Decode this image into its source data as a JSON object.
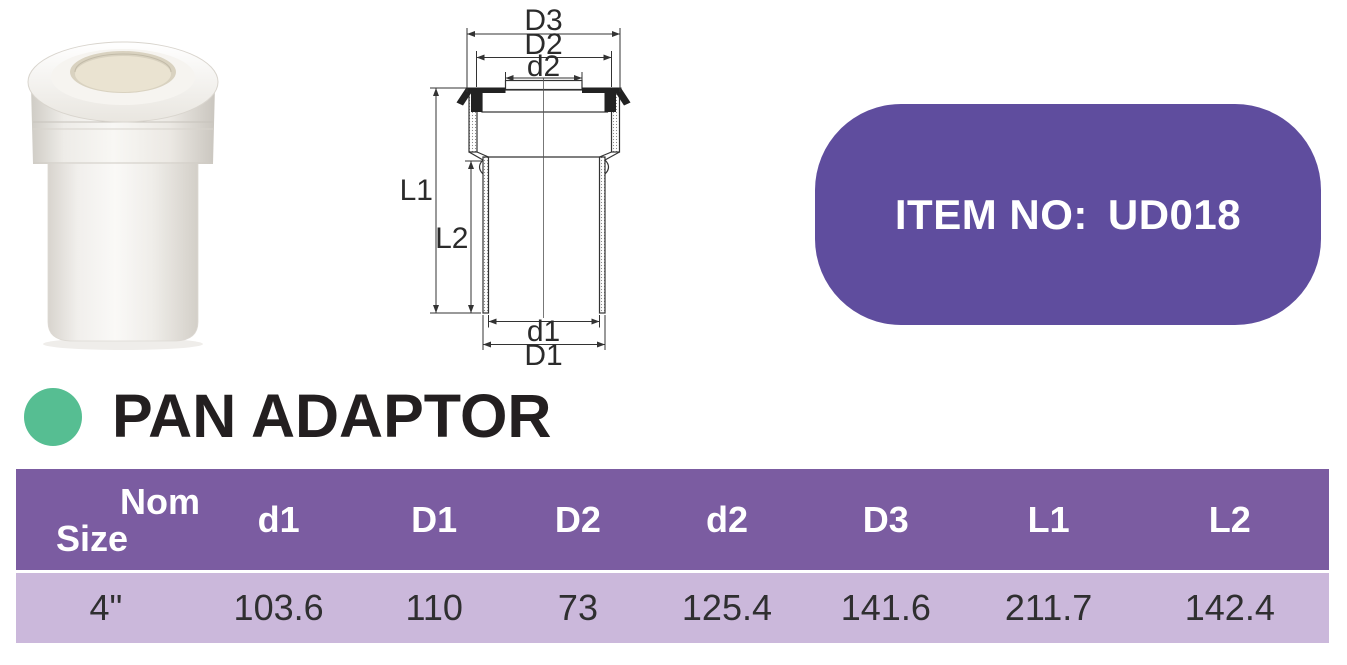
{
  "item_badge": {
    "label": "ITEM NO:",
    "value": "UD018",
    "bg_color": "#5F4D9E",
    "text_color": "#FFFFFF"
  },
  "heading": {
    "title": "PAN ADAPTOR",
    "bullet_color": "#56BE92",
    "text_color": "#231F20"
  },
  "drawing": {
    "labels": {
      "D3": "D3",
      "D2": "D2",
      "d2": "d2",
      "L1": "L1",
      "L2": "L2",
      "d1": "d1",
      "D1": "D1"
    }
  },
  "table": {
    "header_bg": "#7B5CA1",
    "row_bg": "#CBB8DB",
    "columns": [
      {
        "line1": "Nom",
        "line2": "Size"
      },
      {
        "label": "d1"
      },
      {
        "label": "D1"
      },
      {
        "label": "D2"
      },
      {
        "label": "d2"
      },
      {
        "label": "D3"
      },
      {
        "label": "L1"
      },
      {
        "label": "L2"
      }
    ],
    "rows": [
      [
        "4\"",
        "103.6",
        "110",
        "73",
        "125.4",
        "141.6",
        "211.7",
        "142.4"
      ]
    ]
  }
}
